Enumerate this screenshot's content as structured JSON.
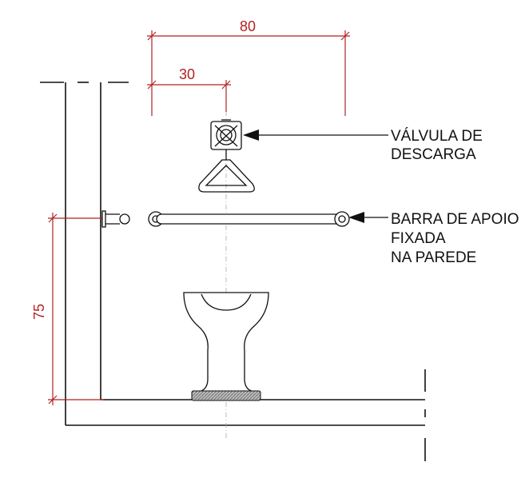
{
  "dimensions": {
    "width_label": "80",
    "valve_offset_label": "30",
    "bar_height_label": "75"
  },
  "callouts": {
    "valve_line1": "VÁLVULA DE",
    "valve_line2": "DESCARGA",
    "bar_line1": "BARRA DE APOIO",
    "bar_line2": "FIXADA",
    "bar_line3": "NA PAREDE"
  },
  "colors": {
    "dimension": "#b22222",
    "linework": "#111111",
    "floor_hatch": "#888888"
  }
}
